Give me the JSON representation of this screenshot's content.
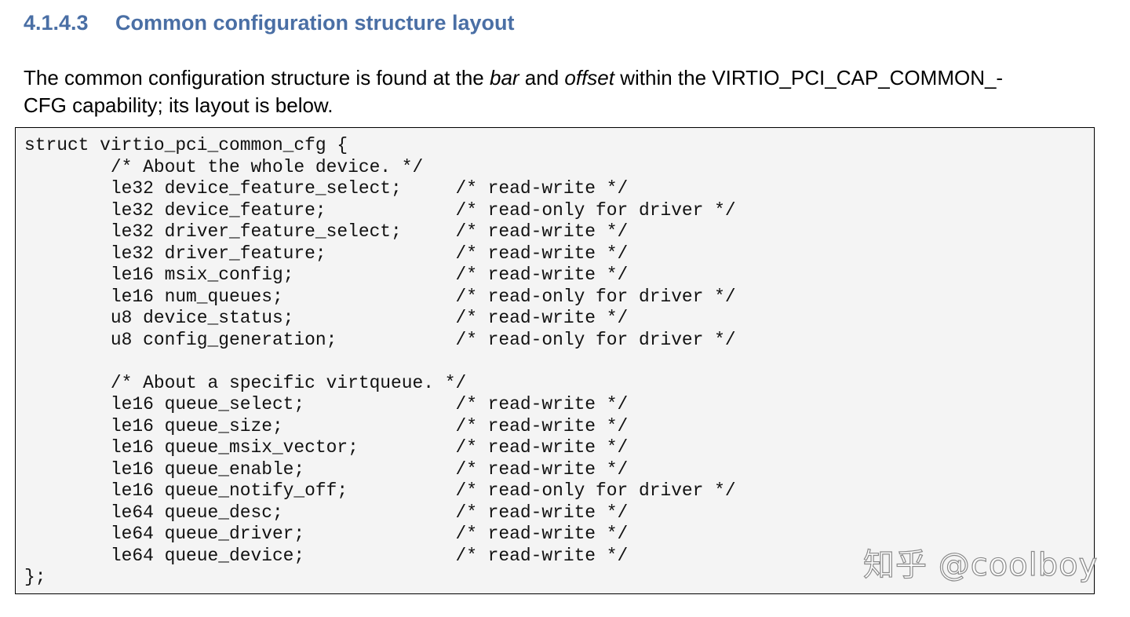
{
  "section": {
    "number": "4.1.4.3",
    "title": "Common configuration structure layout"
  },
  "paragraph": {
    "part1": "The common configuration structure is found at the ",
    "bar": "bar",
    "part2": " and ",
    "offset": "offset",
    "part3": " within the VIRTIO_PCI_CAP_COMMON_-",
    "line2": "CFG capability; its layout is below."
  },
  "code": {
    "lines": [
      "struct virtio_pci_common_cfg {",
      "        /* About the whole device. */",
      "        le32 device_feature_select;     /* read-write */",
      "        le32 device_feature;            /* read-only for driver */",
      "        le32 driver_feature_select;     /* read-write */",
      "        le32 driver_feature;            /* read-write */",
      "        le16 msix_config;               /* read-write */",
      "        le16 num_queues;                /* read-only for driver */",
      "        u8 device_status;               /* read-write */",
      "        u8 config_generation;           /* read-only for driver */",
      "",
      "        /* About a specific virtqueue. */",
      "        le16 queue_select;              /* read-write */",
      "        le16 queue_size;                /* read-write */",
      "        le16 queue_msix_vector;         /* read-write */",
      "        le16 queue_enable;              /* read-write */",
      "        le16 queue_notify_off;          /* read-only for driver */",
      "        le64 queue_desc;                /* read-write */",
      "        le64 queue_driver;              /* read-write */",
      "        le64 queue_device;              /* read-write */",
      "};"
    ]
  },
  "watermark": {
    "text": "知乎 @coolboy"
  },
  "colors": {
    "heading": "#4a6fa5",
    "code_background": "#f4f4f4",
    "border": "#000000"
  }
}
